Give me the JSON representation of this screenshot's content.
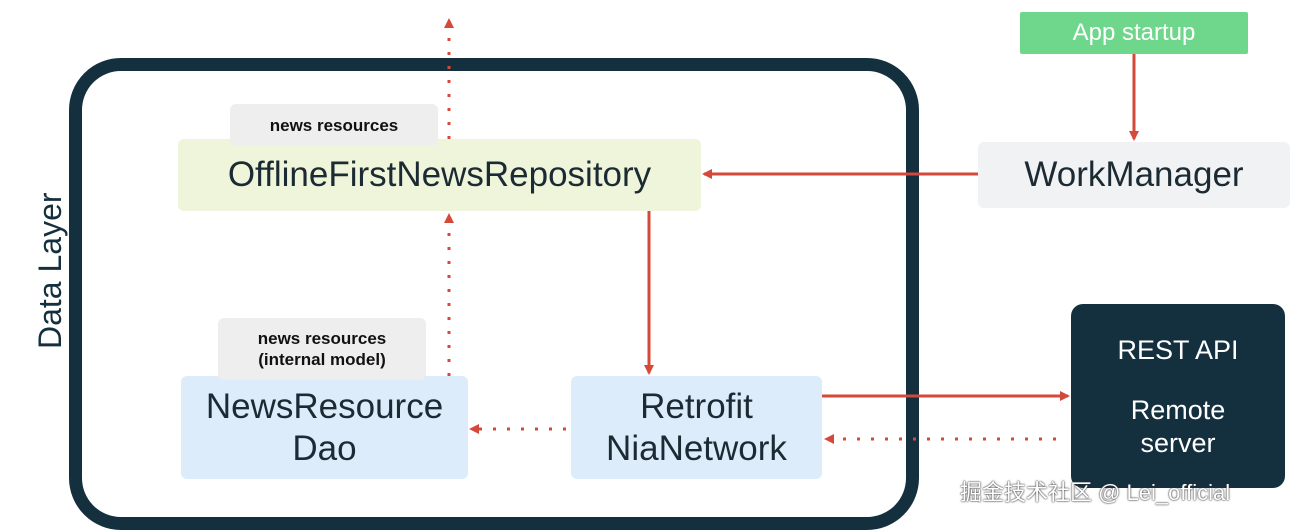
{
  "diagram": {
    "layer_label": "Data Layer",
    "repository": "OfflineFirstNewsRepository",
    "dao_line1": "NewsResource",
    "dao_line2": "Dao",
    "network_line1": "Retrofit",
    "network_line2": "NiaNetwork",
    "work_manager": "WorkManager",
    "app_startup": "App startup",
    "rest_api": "REST API",
    "remote_line1": "Remote",
    "remote_line2": "server",
    "tag_repo": "news resources",
    "tag_dao_line1": "news resources",
    "tag_dao_line2": "(internal model)"
  },
  "watermark": "掘金技术社区 @ Lei_official",
  "colors": {
    "frame": "#14303f",
    "arrow": "#d4493a",
    "repository_bg": "#eef5da",
    "dao_network_bg": "#dcecfa",
    "startup_bg": "#6ed78b",
    "rest_bg": "#14303f"
  }
}
